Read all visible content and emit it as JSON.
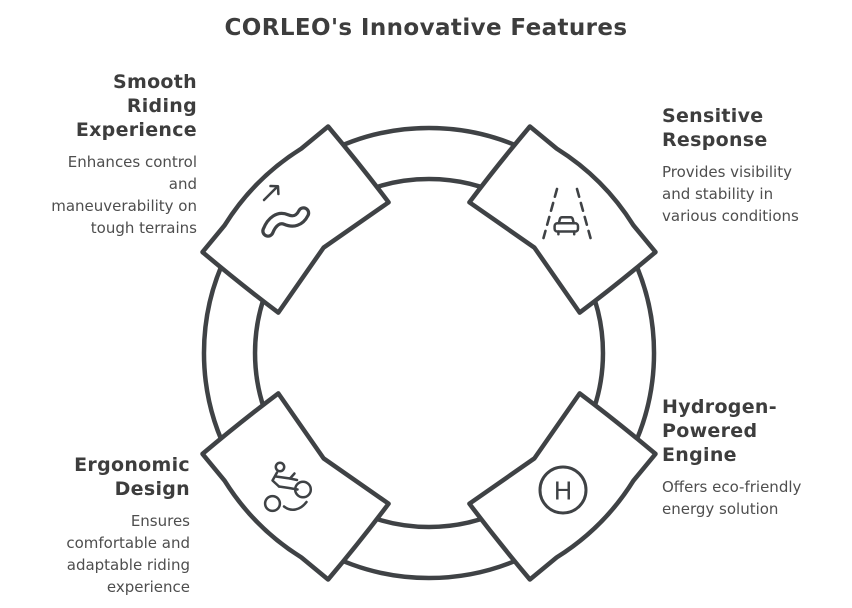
{
  "title": "CORLEO's Innovative Features",
  "diagram": {
    "type": "circular-cycle-diagram",
    "segment_count": 4,
    "features": [
      {
        "id": "smooth-riding-experience",
        "position": "top-left",
        "icon": "winding-path-arrow-icon",
        "heading_lines": [
          "Smooth",
          "Riding",
          "Experience"
        ],
        "description_lines": [
          "Enhances control",
          "and",
          "maneuverability on",
          "tough terrains"
        ]
      },
      {
        "id": "sensitive-response",
        "position": "top-right",
        "icon": "lane-assist-car-icon",
        "heading_lines": [
          "Sensitive",
          "Response"
        ],
        "description_lines": [
          "Provides visibility",
          "and stability in",
          "various conditions"
        ]
      },
      {
        "id": "hydrogen-powered-engine",
        "position": "bottom-right",
        "icon": "hydrogen-h-circle-icon",
        "icon_letter": "H",
        "heading_lines": [
          "Hydrogen-",
          "Powered",
          "Engine"
        ],
        "description_lines": [
          "Offers eco-friendly",
          "energy solution"
        ]
      },
      {
        "id": "ergonomic-design",
        "position": "bottom-left",
        "icon": "motorcycle-rider-icon",
        "heading_lines": [
          "Ergonomic",
          "Design"
        ],
        "description_lines": [
          "Ensures",
          "comfortable and",
          "adaptable riding",
          "experience"
        ]
      }
    ]
  },
  "colors": {
    "stroke": "#3f4245",
    "heading_text": "#3d3d3d",
    "body_text": "#4e4e4e",
    "background": "#ffffff"
  }
}
